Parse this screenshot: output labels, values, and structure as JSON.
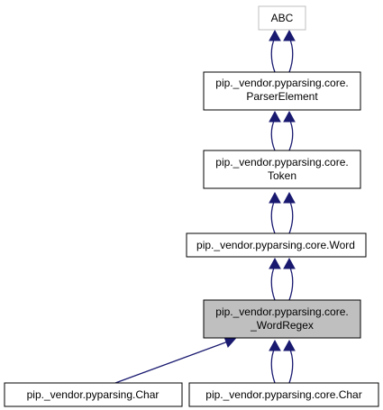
{
  "diagram": {
    "nodes": {
      "abc": {
        "lines": [
          "ABC"
        ],
        "style": "gray-border"
      },
      "parser_element": {
        "lines": [
          "pip._vendor.pyparsing.core.",
          "ParserElement"
        ]
      },
      "token": {
        "lines": [
          "pip._vendor.pyparsing.core.",
          "Token"
        ]
      },
      "word": {
        "lines": [
          "pip._vendor.pyparsing.core.Word"
        ]
      },
      "word_regex": {
        "lines": [
          "pip._vendor.pyparsing.core.",
          "_WordRegex"
        ],
        "highlighted": true,
        "fill": "#bfbfbf"
      },
      "char_pkg": {
        "lines": [
          "pip._vendor.pyparsing.Char"
        ]
      },
      "char_core": {
        "lines": [
          "pip._vendor.pyparsing.core.Char"
        ]
      }
    },
    "edges": [
      {
        "from": "parser_element",
        "to": "abc"
      },
      {
        "from": "token",
        "to": "parser_element"
      },
      {
        "from": "word",
        "to": "token"
      },
      {
        "from": "word_regex",
        "to": "word"
      },
      {
        "from": "char_pkg",
        "to": "word_regex"
      },
      {
        "from": "char_core",
        "to": "word_regex"
      }
    ],
    "colors": {
      "edge": "#191970",
      "highlight": "#bfbfbf",
      "border": "#000000",
      "muted_border": "#bfbfbf"
    }
  }
}
